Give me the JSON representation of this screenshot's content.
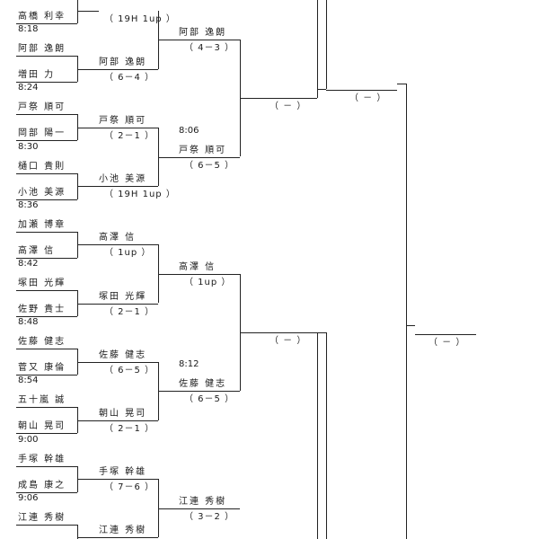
{
  "round1": [
    {
      "time": "",
      "p1": "",
      "p2": "高橋 利幸"
    },
    {
      "time": "8:18",
      "p1": "阿部 逸朗",
      "p2": "増田 力"
    },
    {
      "time": "8:24",
      "p1": "戸祭 順可",
      "p2": "岡部 陽一"
    },
    {
      "time": "8:30",
      "p1": "樋口 貴則",
      "p2": "小池 美源"
    },
    {
      "time": "8:36",
      "p1": "加瀬 博章",
      "p2": "高澤 信"
    },
    {
      "time": "8:42",
      "p1": "塚田 光輝",
      "p2": "佐野 貴士"
    },
    {
      "time": "8:48",
      "p1": "佐藤 健志",
      "p2": "菅又 康倫"
    },
    {
      "time": "8:54",
      "p1": "五十嵐 誠",
      "p2": "朝山 晃司"
    },
    {
      "time": "9:00",
      "p1": "手塚 幹雄",
      "p2": "成島 康之"
    },
    {
      "time": "9:06",
      "p1": "江連 秀樹",
      "p2": ""
    }
  ],
  "round2": [
    {
      "winner": "",
      "score": "（ 19H 1up ）"
    },
    {
      "winner": "阿部 逸朗",
      "score": "（ 6－4 ）"
    },
    {
      "winner": "戸祭 順可",
      "score": "（ 2－1 ）"
    },
    {
      "winner": "小池 美源",
      "score": "（ 19H 1up ）"
    },
    {
      "winner": "高澤 信",
      "score": "（ 1up ）"
    },
    {
      "winner": "塚田 光輝",
      "score": "（ 2－1 ）"
    },
    {
      "winner": "佐藤 健志",
      "score": "（ 6－5 ）"
    },
    {
      "winner": "朝山 晃司",
      "score": "（ 2－1 ）"
    },
    {
      "winner": "手塚 幹雄",
      "score": "（ 7－6 ）"
    },
    {
      "winner": "江連 秀樹",
      "score": ""
    }
  ],
  "round3": [
    {
      "time": "",
      "winner": "阿部 逸朗",
      "score": "（ 4－3 ）"
    },
    {
      "time": "8:06",
      "winner": "戸祭 順可",
      "score": "（ 6－5 ）"
    },
    {
      "time": "",
      "winner": "高澤 信",
      "score": "（ 1up ）"
    },
    {
      "time": "8:12",
      "winner": "佐藤 健志",
      "score": "（ 6－5 ）"
    },
    {
      "time": "",
      "winner": "江連 秀樹",
      "score": "（ 3－2 ）"
    }
  ],
  "round4": [
    {
      "score": "（ － ）"
    },
    {
      "score": "（ － ）"
    }
  ],
  "round5": [
    {
      "score": "（ － ）"
    }
  ],
  "round6": [
    {
      "score": "（ － ）"
    }
  ]
}
